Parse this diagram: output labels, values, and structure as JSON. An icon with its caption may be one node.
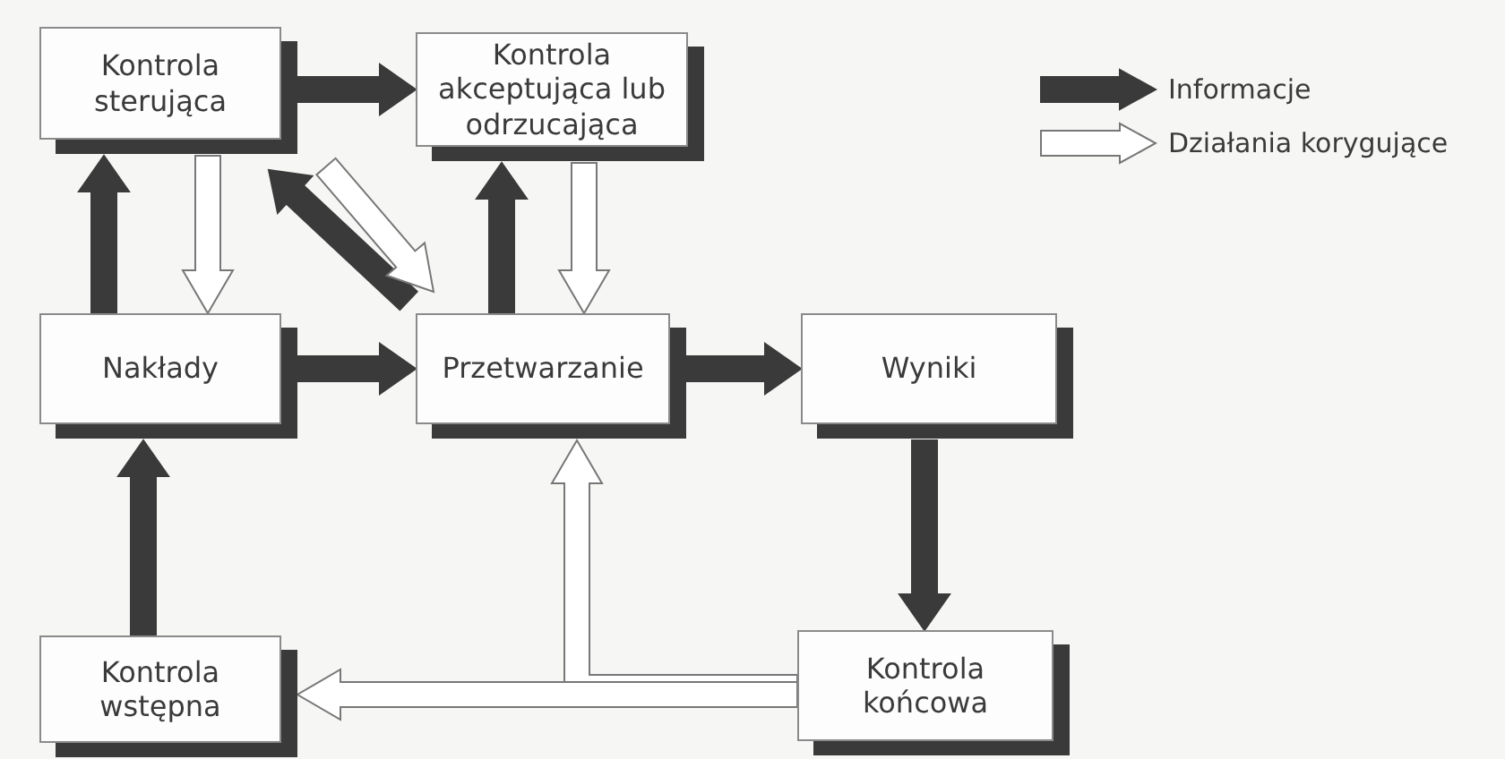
{
  "diagram": {
    "nodes": [
      {
        "text": [
          "Kontrola sterująca"
        ]
      },
      {
        "text": [
          "Kontrola akceptująca lub odrzucająca"
        ]
      },
      {
        "text": [
          "Nakłady"
        ]
      },
      {
        "text": [
          "Przetwarzanie"
        ]
      },
      {
        "text": [
          "Wyniki"
        ]
      },
      {
        "text": [
          "Kontrola wstępna"
        ]
      },
      {
        "text": [
          "Kontrola końcowa"
        ]
      }
    ],
    "edges": [
      {
        "from": 0,
        "to": 1,
        "arrow": "to"
      },
      {
        "from": 2,
        "to": 0,
        "arrow": "to"
      },
      {
        "from": 0,
        "to": 2,
        "arrow": "to",
        "color": "#ffffff"
      },
      {
        "from": 3,
        "to": 0,
        "arrow": "to"
      },
      {
        "from": 0,
        "to": 3,
        "arrow": "to",
        "color": "#ffffff"
      },
      {
        "from": 3,
        "to": 1,
        "arrow": "to"
      },
      {
        "from": 1,
        "to": 3,
        "arrow": "to",
        "color": "#ffffff"
      },
      {
        "from": 2,
        "to": 3,
        "arrow": "to"
      },
      {
        "from": 3,
        "to": 4,
        "arrow": "to"
      },
      {
        "from": 4,
        "to": 6,
        "arrow": "to"
      },
      {
        "from": 5,
        "to": 2,
        "arrow": "to"
      },
      {
        "from": 6,
        "to": 3,
        "arrow": "to",
        "color": "#ffffff"
      },
      {
        "from": 6,
        "to": 5,
        "arrow": "to",
        "color": "#ffffff"
      }
    ],
    "legend": [
      {
        "text": "Informacje"
      },
      {
        "text": "Działania korygujące"
      }
    ]
  }
}
